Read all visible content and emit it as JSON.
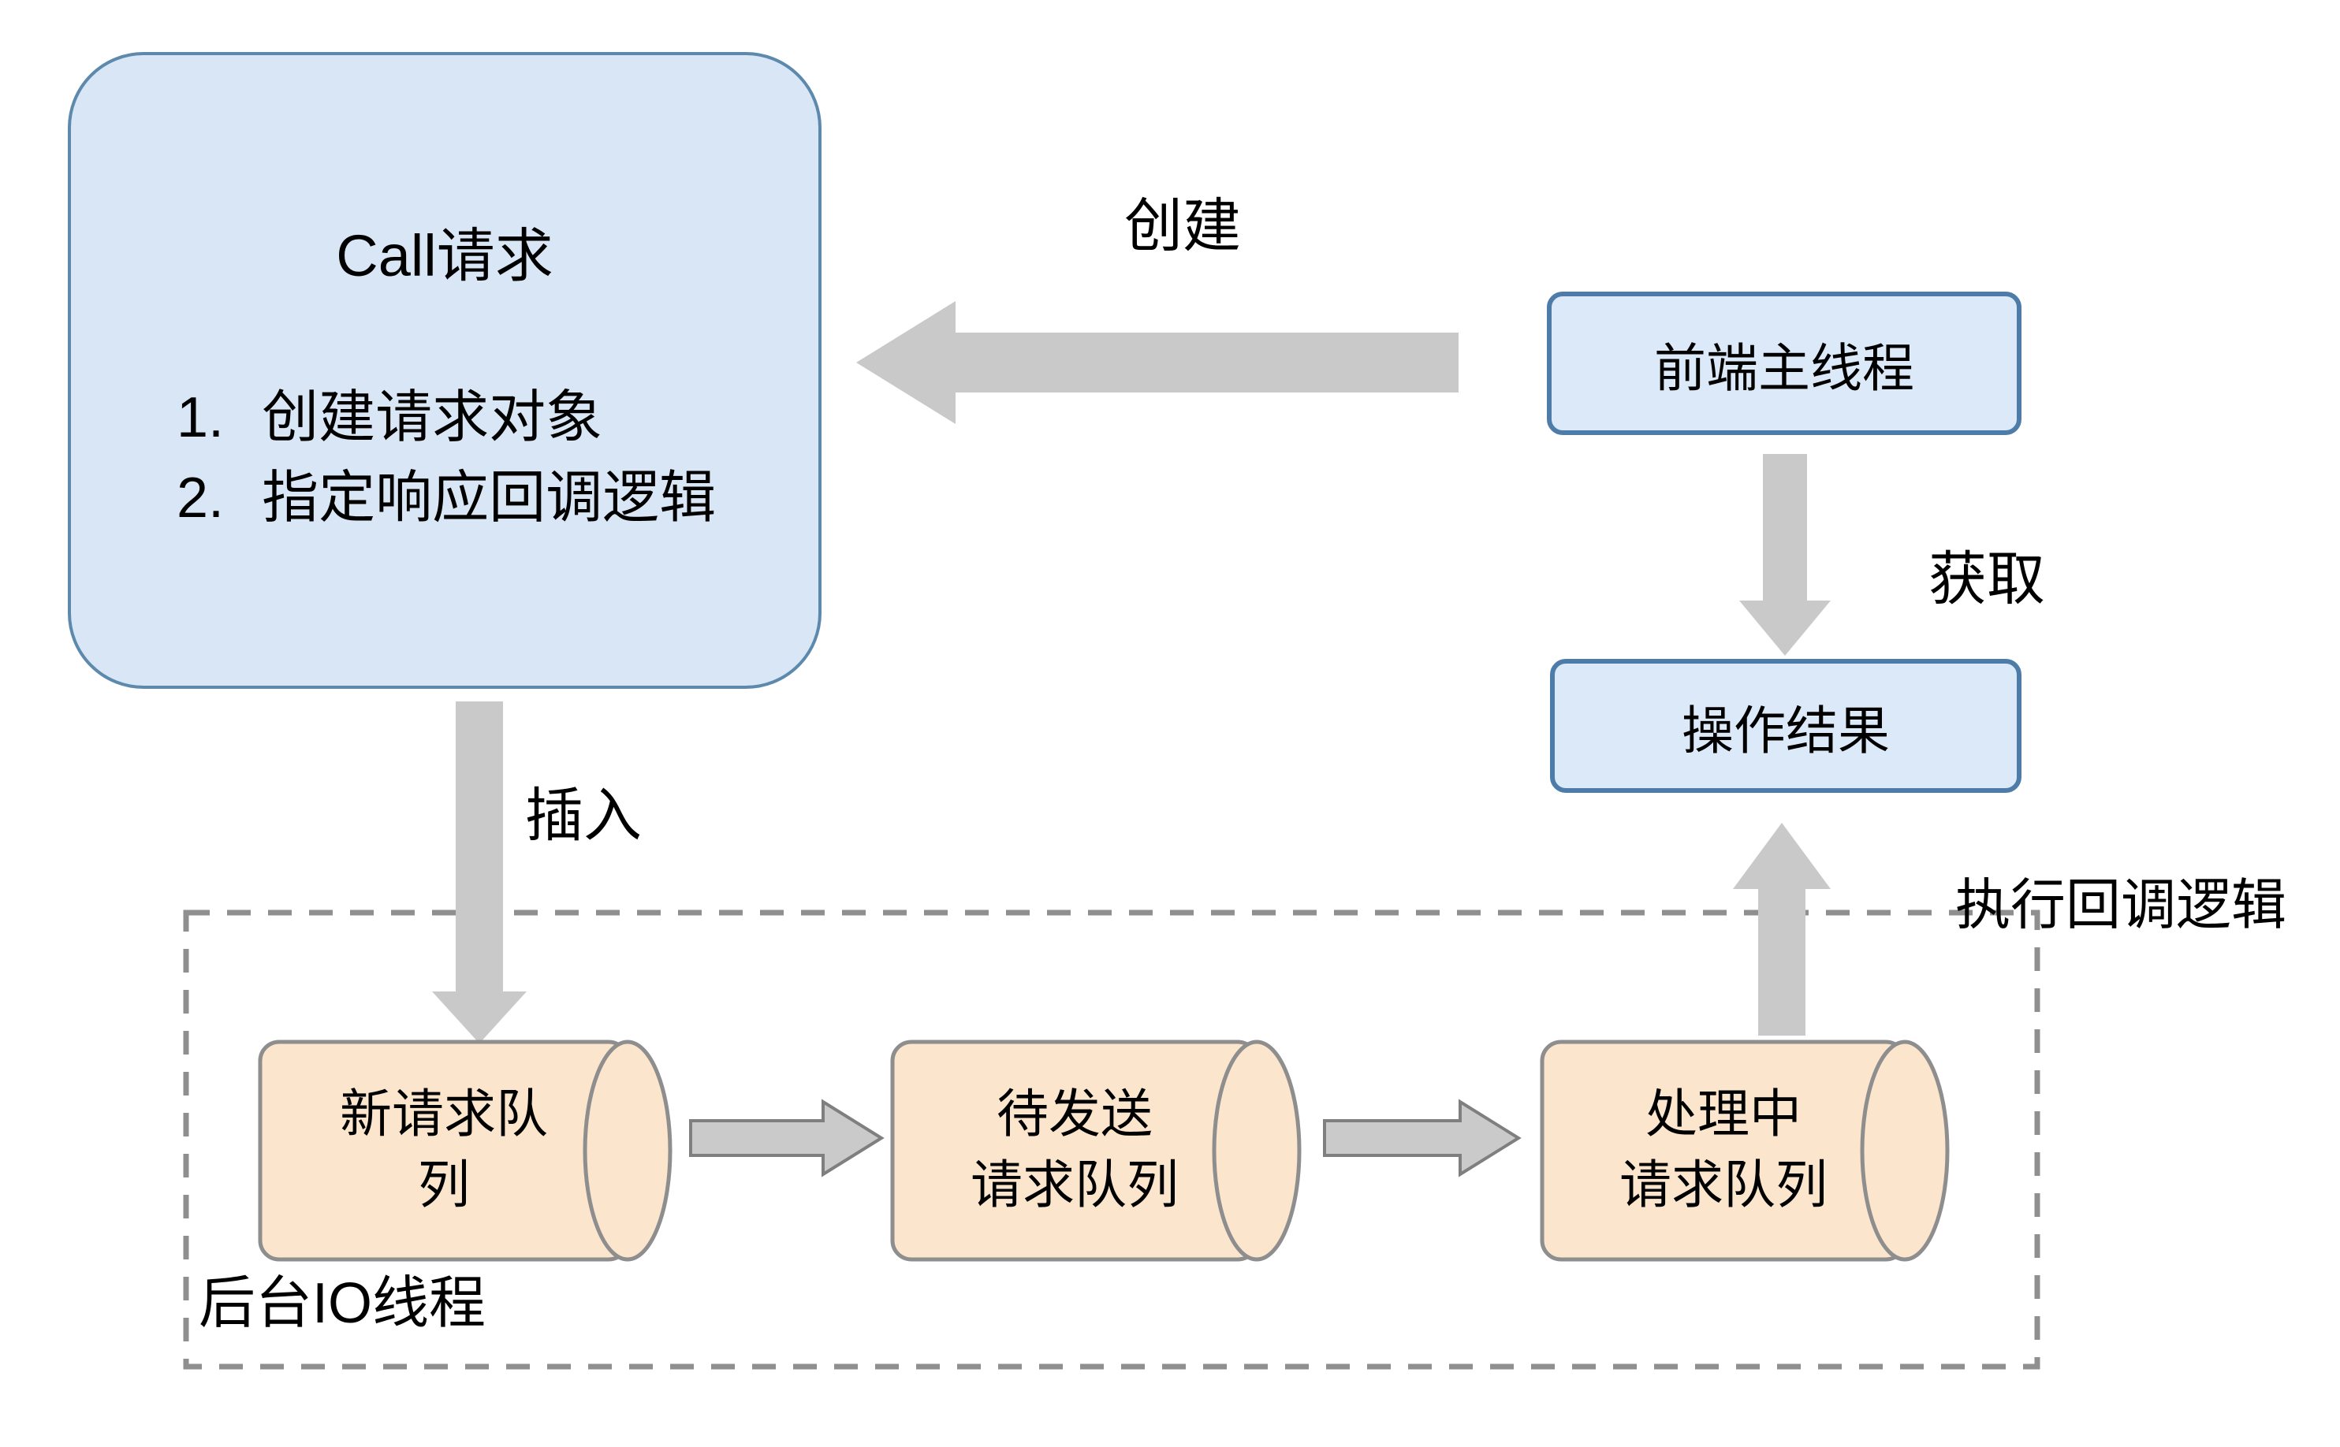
{
  "diagram": {
    "call_box": {
      "title": "Call请求",
      "items": [
        {
          "marker": "1.",
          "text": "创建请求对象"
        },
        {
          "marker": "2.",
          "text": "指定响应回调逻辑"
        }
      ]
    },
    "front_thread_box": {
      "label": "前端主线程"
    },
    "result_box": {
      "label": "操作结果"
    },
    "labels": {
      "create": "创建",
      "get": "获取",
      "insert": "插入",
      "execute_callback": "执行回调逻辑",
      "background_io": "后台IO线程"
    },
    "queues": [
      {
        "lines": [
          "新请求队",
          "列"
        ]
      },
      {
        "lines": [
          "待发送",
          "请求队列"
        ]
      },
      {
        "lines": [
          "处理中",
          "请求队列"
        ]
      }
    ],
    "colors": {
      "background": "#ffffff",
      "text": "#000000",
      "box_fill": "#dbe9f8",
      "box_border": "#4d7ca9",
      "call_box_fill": "#d8e6f5",
      "call_box_border": "#5d89ad",
      "cylinder_fill": "#fce5cd",
      "cylinder_border": "#8e8e8e",
      "arrow_fill": "#c9c9c9",
      "small_arrow_border": "#7f7f7f",
      "dashed_border": "#8f8f8f"
    }
  }
}
